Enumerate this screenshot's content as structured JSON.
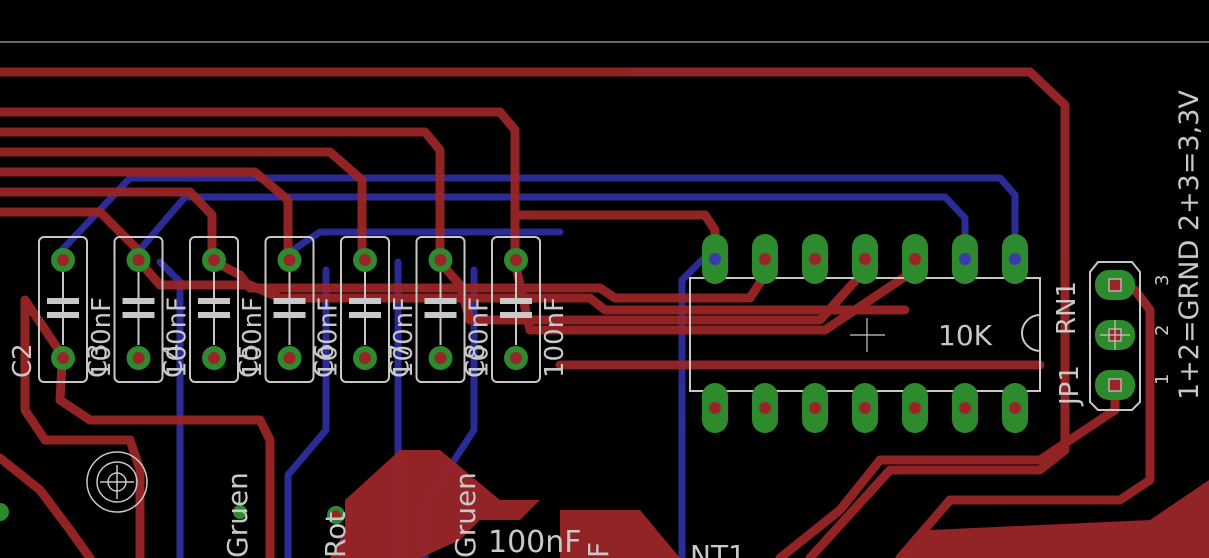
{
  "colors": {
    "background": "#000000",
    "top_copper": "#9a2528",
    "bottom_copper": "#2e2e9e",
    "pad": "#2d8a2d",
    "silkscreen": "#c8c8c8"
  },
  "capacitors": [
    {
      "name": "C2",
      "value": "100nF"
    },
    {
      "name": "C3",
      "value": "100nF"
    },
    {
      "name": "C4",
      "value": "100nF"
    },
    {
      "name": "C5",
      "value": "100nF"
    },
    {
      "name": "C6",
      "value": "100nF"
    },
    {
      "name": "C7",
      "value": "100nF"
    },
    {
      "name": "C8",
      "value": "100nF"
    }
  ],
  "resistor_network": {
    "name": "RN1",
    "value": "10K"
  },
  "jumper": {
    "name": "JP1",
    "pins": [
      "1",
      "2",
      "3"
    ],
    "note": "1+2=GRND 2+3=3,3V"
  },
  "bottom_labels": {
    "gruen_1": "Gruen",
    "gruen_2": "Gruen",
    "rot": "Rot",
    "cap_value": "100nF",
    "f_fragment": "F",
    "nt1_fragment": "NT1"
  }
}
